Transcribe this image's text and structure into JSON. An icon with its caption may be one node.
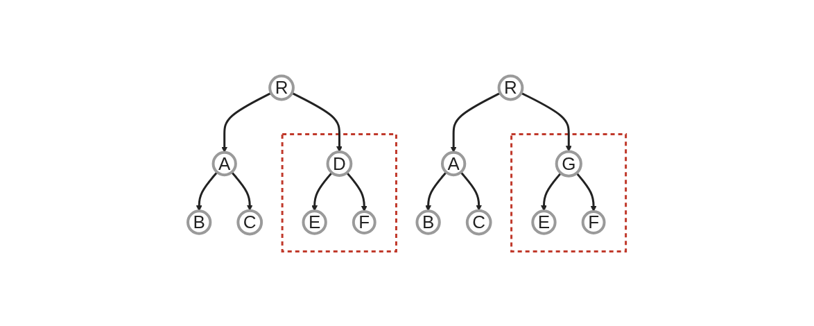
{
  "diagram": {
    "nodes": [
      {
        "text": [
          "R"
        ]
      },
      {
        "text": [
          "A"
        ]
      },
      {
        "text": [],
        "shape": "box"
      },
      {
        "text": [
          "D"
        ],
        "in": 2
      },
      {
        "text": [
          "B"
        ]
      },
      {
        "text": [
          "C"
        ]
      },
      {
        "text": [
          "E"
        ],
        "in": 2
      },
      {
        "text": [
          "F"
        ],
        "in": 2
      },
      {
        "text": [
          "R"
        ]
      },
      {
        "text": [
          "A"
        ]
      },
      {
        "text": [],
        "shape": "box"
      },
      {
        "text": [
          "G"
        ],
        "in": 10
      },
      {
        "text": [
          "B"
        ]
      },
      {
        "text": [
          "C"
        ]
      },
      {
        "text": [
          "E"
        ],
        "in": 10
      },
      {
        "text": [
          "F"
        ],
        "in": 10
      }
    ],
    "edges": [
      {
        "from": 0,
        "to": 1,
        "arrow": "to"
      },
      {
        "from": 0,
        "to": 3,
        "arrow": "to"
      },
      {
        "from": 1,
        "to": 4,
        "arrow": "to"
      },
      {
        "from": 1,
        "to": 5,
        "arrow": "to"
      },
      {
        "from": 3,
        "to": 6,
        "arrow": "to"
      },
      {
        "from": 3,
        "to": 7,
        "arrow": "to"
      },
      {
        "from": 8,
        "to": 9,
        "arrow": "to"
      },
      {
        "from": 8,
        "to": 11,
        "arrow": "to"
      },
      {
        "from": 9,
        "to": 12,
        "arrow": "to"
      },
      {
        "from": 9,
        "to": 13,
        "arrow": "to"
      },
      {
        "from": 11,
        "to": 14,
        "arrow": "to"
      },
      {
        "from": 11,
        "to": 15,
        "arrow": "to"
      }
    ]
  }
}
